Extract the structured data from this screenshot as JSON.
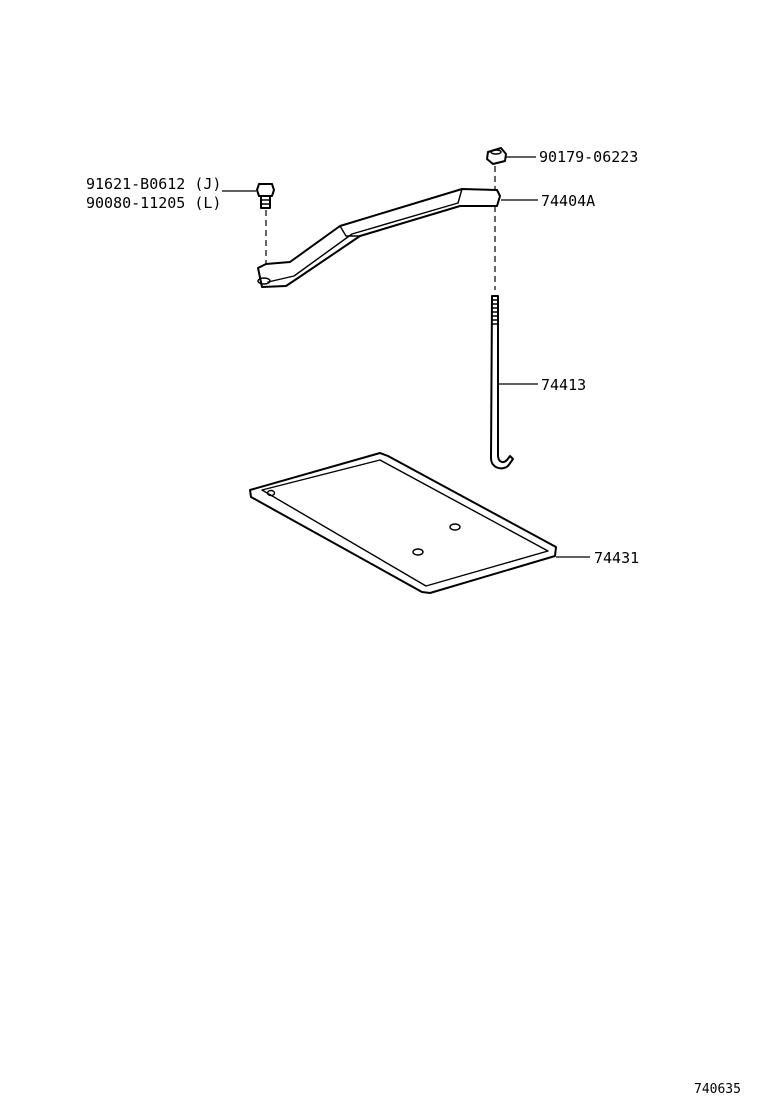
{
  "labels": {
    "bolt_j": "91621-B0612 (J)",
    "bolt_l": "90080-11205 (L)",
    "nut": "90179-06223",
    "clamp": "74404A",
    "rod": "74413",
    "tray": "74431"
  },
  "figure_code": "740635"
}
